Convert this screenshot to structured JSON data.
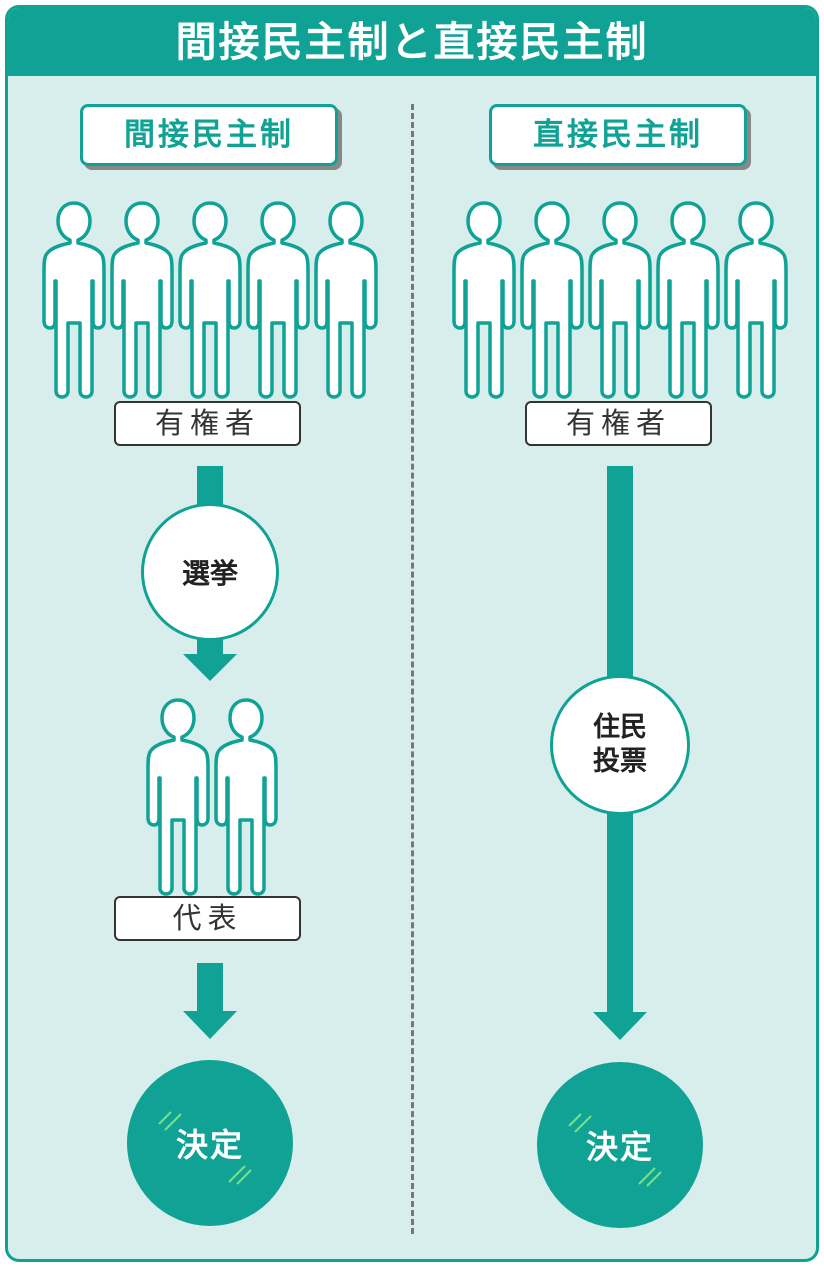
{
  "title": "間接民主制と直接民主制",
  "left": {
    "heading": "間接民主制",
    "voters_label": "有権者",
    "voters_count": 5,
    "process_label": "選挙",
    "reps_label": "代表",
    "reps_count": 2,
    "result_label": "決定"
  },
  "right": {
    "heading": "直接民主制",
    "voters_label": "有権者",
    "voters_count": 5,
    "process_label": "住民投票",
    "result_label": "決定"
  },
  "colors": {
    "accent": "#0fa295",
    "background": "#d7eeec",
    "sparkle": "#7ee07a"
  }
}
